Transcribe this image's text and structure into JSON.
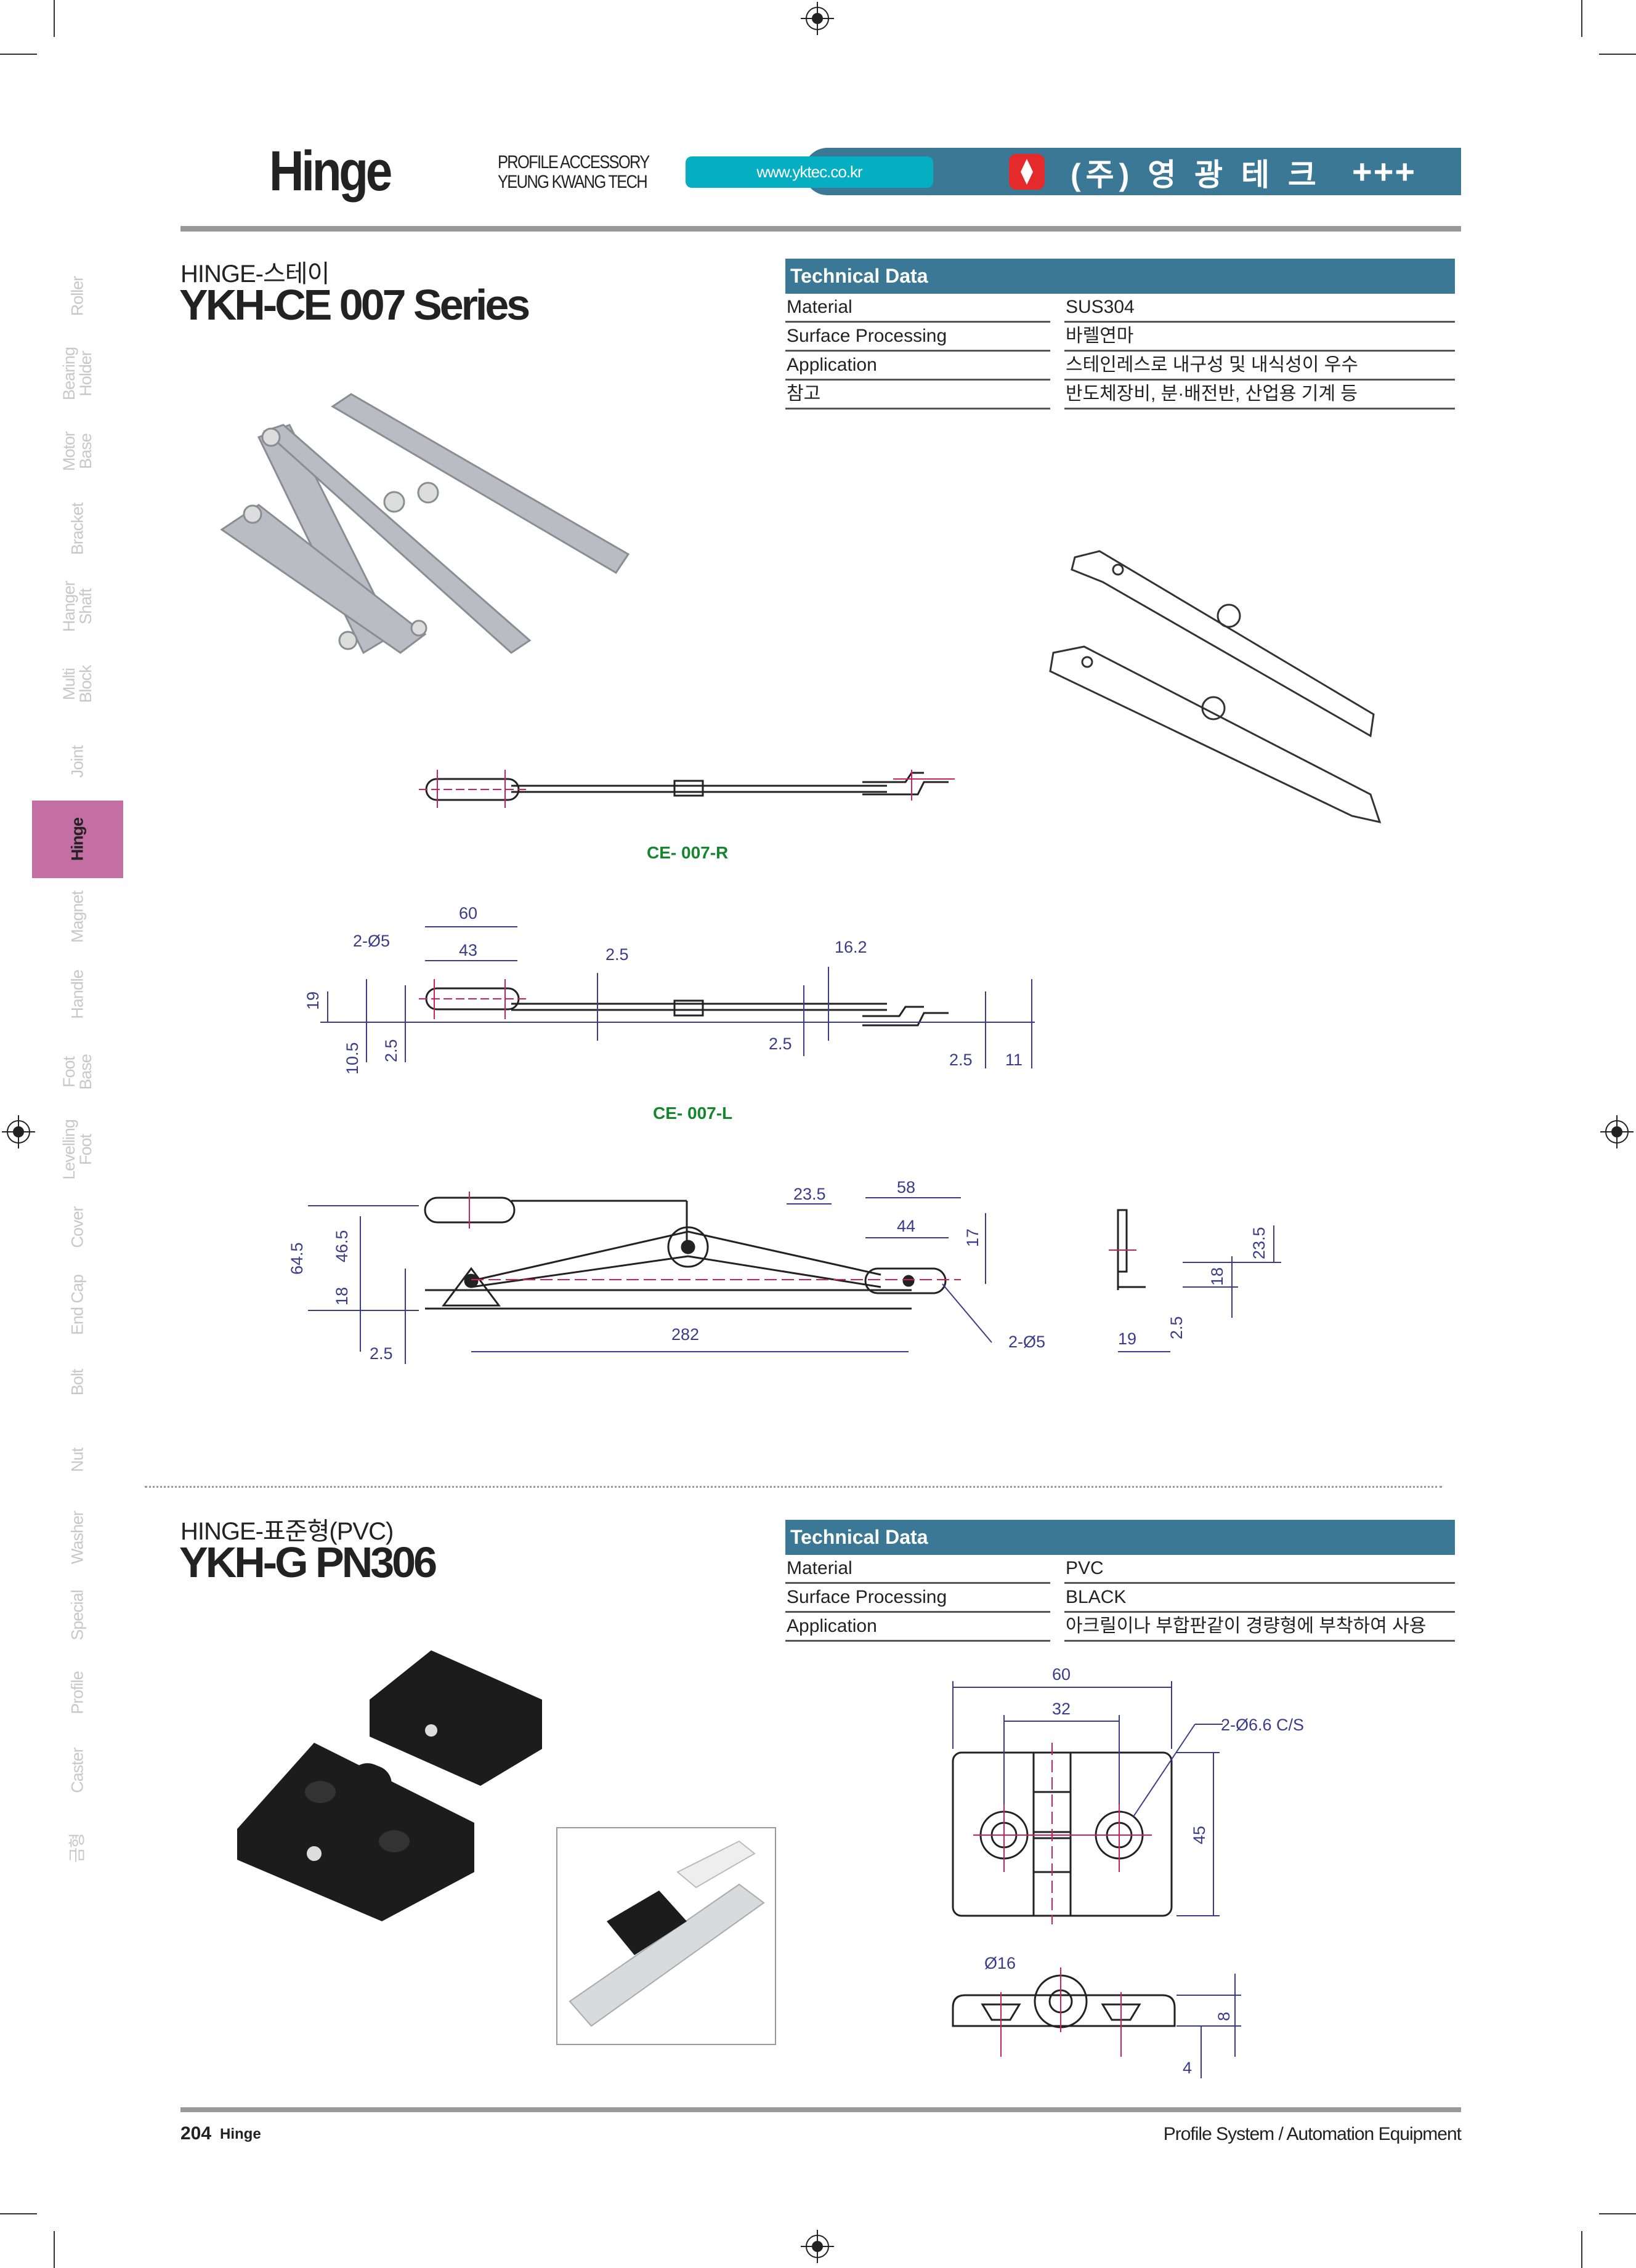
{
  "header": {
    "title": "Hinge",
    "tagline1": "PROFILE ACCESSORY",
    "tagline2": "YEUNG KWANG TECH",
    "url": "www.yktec.co.kr",
    "company": "(주) 영 광 테 크",
    "plus": "+++"
  },
  "sidebar": {
    "items": [
      "Roller",
      "Bearing\nHolder",
      "Motor\nBase",
      "Bracket",
      "Hanger\nShaft",
      "Multi\nBlock",
      "Joint",
      "Hinge",
      "Magnet",
      "Handle",
      "Foot\nBase",
      "Levelling\nFoot",
      "Cover",
      "End Cap",
      "Bolt",
      "Nut",
      "Washer",
      "Special",
      "Profile",
      "Caster",
      "금형"
    ],
    "active": "Hinge"
  },
  "section1": {
    "subtitle": "HINGE-스테이",
    "title": "YKH-CE 007 Series",
    "tech": {
      "heading": "Technical Data",
      "rows": [
        [
          "Material",
          "SUS304"
        ],
        [
          "Surface Processing",
          "바렐연마"
        ],
        [
          "Application",
          "스테인레스로 내구성 및 내식성이 우수"
        ],
        [
          "참고",
          "반도체장비, 분·배전반, 산업용 기계 등"
        ]
      ]
    },
    "labels": {
      "r": "CE- 007-R",
      "l": "CE- 007-L"
    },
    "dims": {
      "d60": "60",
      "d2o5": "2-Ø5",
      "d43": "43",
      "d25a": "2.5",
      "d162": "16.2",
      "d19": "19",
      "d105": "10.5",
      "d25b": "2.5",
      "d25c": "2.5",
      "d25d": "2.5",
      "d11": "11",
      "d235": "23.5",
      "d58": "58",
      "d44": "44",
      "d17": "17",
      "d645": "64.5",
      "d465": "46.5",
      "d18": "18",
      "d25e": "2.5",
      "d282": "282",
      "d2o5b": "2-Ø5",
      "s19": "19",
      "s25": "2.5",
      "s18": "18",
      "s235": "23.5"
    }
  },
  "section2": {
    "subtitle": "HINGE-표준형(PVC)",
    "title": "YKH-G PN306",
    "tech": {
      "heading": "Technical Data",
      "rows": [
        [
          "Material",
          "PVC"
        ],
        [
          "Surface Processing",
          "BLACK"
        ],
        [
          "Application",
          "아크릴이나 부합판같이 경량형에 부착하여 사용"
        ]
      ]
    },
    "dims": {
      "d60": "60",
      "d32": "32",
      "cs": "2-Ø6.6 C/S",
      "d45": "45",
      "o16": "Ø16",
      "d8": "8",
      "d4": "4"
    }
  },
  "footer": {
    "page": "204",
    "label": "Hinge",
    "right": "Profile System / Automation Equipment"
  },
  "colors": {
    "bar": "#3a7896",
    "pill": "#05aec0",
    "active": "#c36fa4",
    "dim": "#3b3b8c",
    "label": "#15852e"
  }
}
